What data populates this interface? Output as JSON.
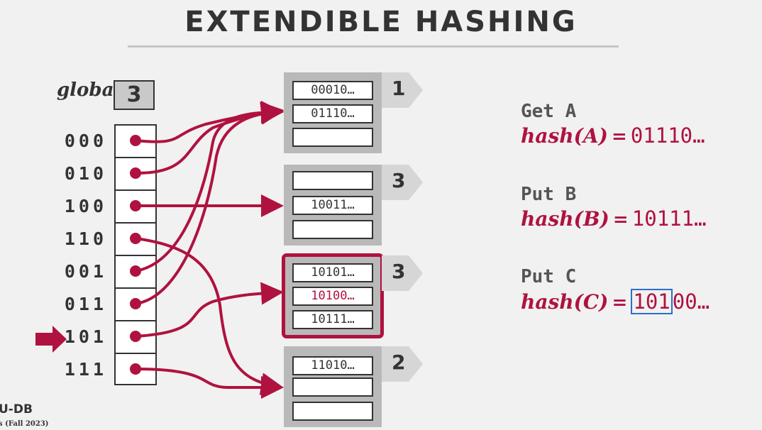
{
  "title": "EXTENDIBLE HASHING",
  "global": {
    "label": "global",
    "depth": "3"
  },
  "directory": [
    {
      "bits": "000",
      "bucket": 0
    },
    {
      "bits": "010",
      "bucket": 0
    },
    {
      "bits": "100",
      "bucket": 1
    },
    {
      "bits": "110",
      "bucket": 3
    },
    {
      "bits": "001",
      "bucket": 0
    },
    {
      "bits": "011",
      "bucket": 0
    },
    {
      "bits": "101",
      "bucket": 2
    },
    {
      "bits": "111",
      "bucket": 3
    }
  ],
  "current_slot": "101",
  "buckets": [
    {
      "local_depth": "1",
      "entries": [
        "00010…",
        "01110…",
        ""
      ]
    },
    {
      "local_depth": "3",
      "entries": [
        "",
        "10011…",
        ""
      ]
    },
    {
      "local_depth": "3",
      "entries": [
        "10101…",
        "10100…",
        "10111…"
      ],
      "highlighted": true,
      "new_entry": "10100…"
    },
    {
      "local_depth": "2",
      "entries": [
        "11010…",
        "",
        ""
      ]
    }
  ],
  "operations": [
    {
      "command": "Get A",
      "fn": "hash(A)",
      "eq": "=",
      "value": "01110…"
    },
    {
      "command": "Put B",
      "fn": "hash(B)",
      "eq": "=",
      "value": "10111…"
    },
    {
      "command": "Put C",
      "fn": "hash(C)",
      "eq": "=",
      "value_boxed": "101",
      "value_rest": "00…"
    }
  ],
  "footer": {
    "logo": "U-DB",
    "subtitle": "s (Fall 2023)"
  },
  "colors": {
    "accent": "#b0123f",
    "bucket": "#b9b9b9",
    "tab": "#d6d6d6",
    "highlight_box": "#2d6fc9",
    "text": "#333333"
  }
}
